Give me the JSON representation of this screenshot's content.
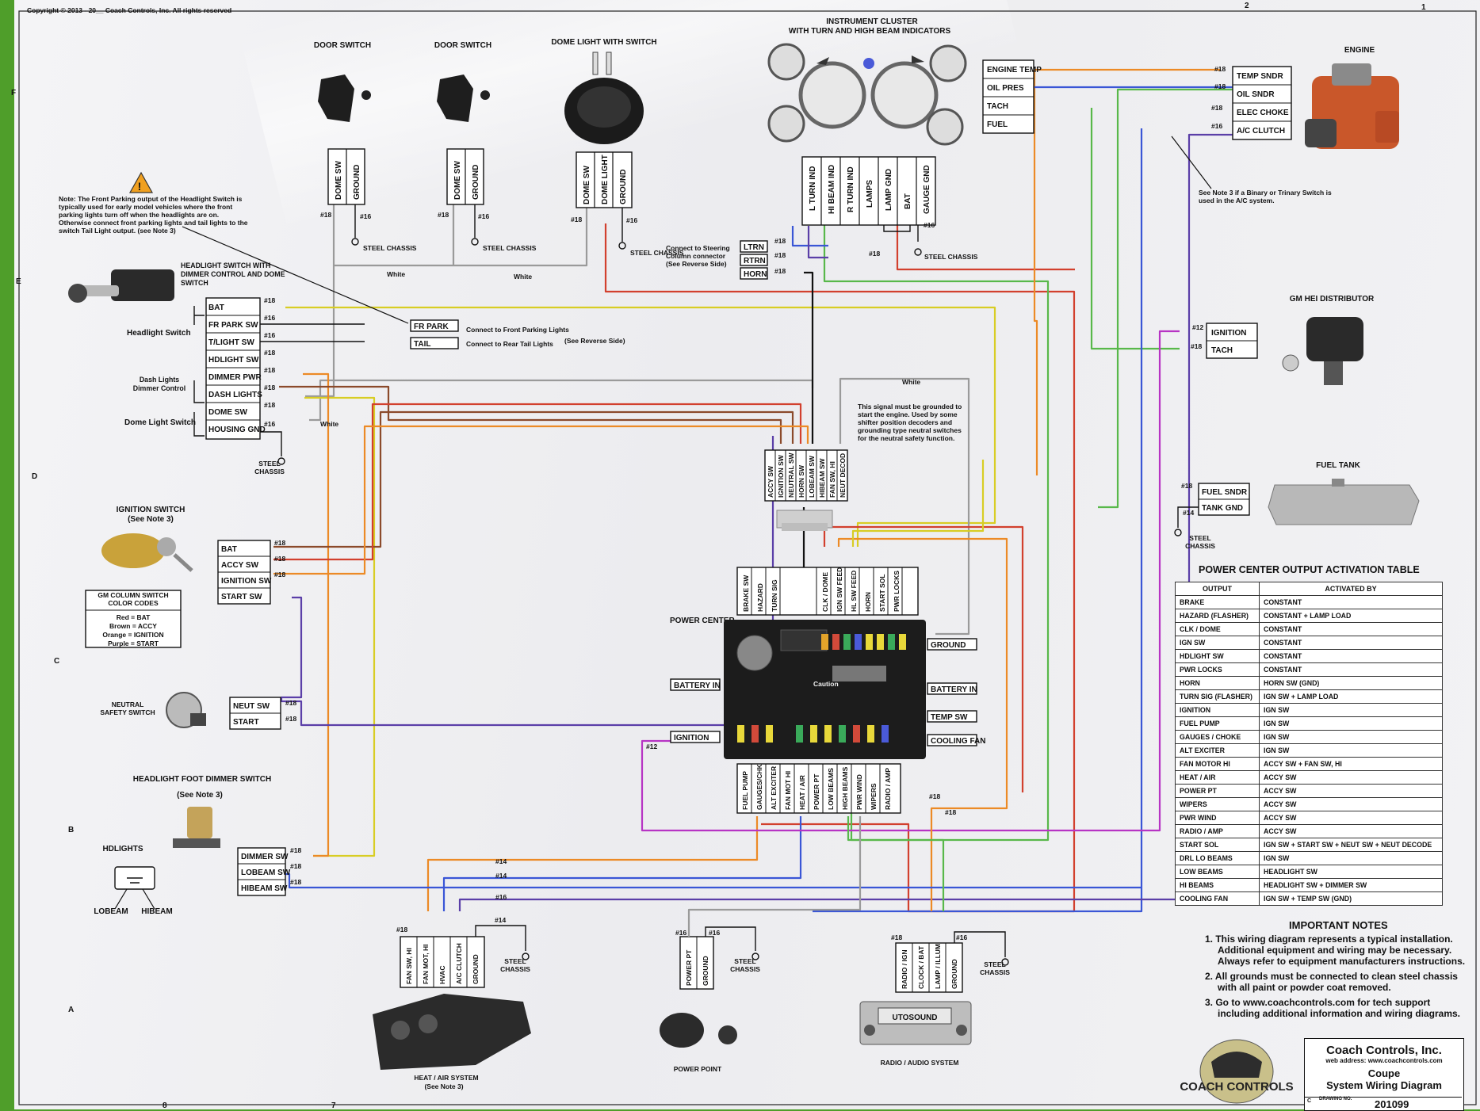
{
  "header": {
    "copyright": "Copyright © 2013 - 20__ Coach Controls, Inc. All rights reserved",
    "top_labels": [
      "2",
      "1"
    ]
  },
  "grid": {
    "rows": [
      "F",
      "E",
      "D",
      "C",
      "B",
      "A"
    ],
    "columns": [
      "8",
      "7"
    ]
  },
  "colors": {
    "red": "#d2402e",
    "orange": "#ec8a26",
    "yellow": "#d8cd24",
    "green": "#58b84a",
    "blue": "#3a56d6",
    "purple": "#5b3fa8",
    "violet": "#b734c4",
    "gray": "#9a9a9a",
    "black": "#111111",
    "brown": "#8b4a2b"
  },
  "components": {
    "door_switch_1": {
      "title": "DOOR SWITCH",
      "pins": [
        "DOME SW",
        "GROUND"
      ],
      "gauges": [
        "#18",
        "#16"
      ],
      "ground": "STEEL CHASSIS"
    },
    "door_switch_2": {
      "title": "DOOR SWITCH",
      "pins": [
        "DOME SW",
        "GROUND"
      ],
      "gauges": [
        "#18",
        "#16"
      ],
      "ground": "STEEL CHASSIS"
    },
    "dome_light": {
      "title": "DOME LIGHT WITH SWITCH",
      "pins": [
        "DOME SW",
        "DOME LIGHT",
        "GROUND"
      ],
      "gauges": [
        "#18",
        "#16"
      ],
      "ground": "STEEL CHASSIS"
    },
    "instrument_cluster": {
      "title": "INSTRUMENT CLUSTER",
      "subtitle": "WITH TURN AND HIGH BEAM INDICATORS",
      "pins": [
        "L TURN IND",
        "HI BEAM IND",
        "R TURN IND",
        "LAMPS",
        "LAMP GND",
        "BAT",
        "GAUGE GND"
      ],
      "gauges": [
        "#16",
        "#18"
      ],
      "ground": "STEEL CHASSIS",
      "gauge_pins": [
        "ENGINE TEMP",
        "OIL PRES",
        "TACH",
        "FUEL"
      ]
    },
    "engine": {
      "title": "ENGINE",
      "pins": [
        "TEMP SNDR",
        "OIL SNDR",
        "ELEC CHOKE",
        "A/C CLUTCH"
      ],
      "gauges": [
        "#18",
        "#18",
        "#18",
        "#16"
      ],
      "note": "See Note 3 if a Binary or Trinary Switch is used in the A/C system."
    },
    "distributor": {
      "title": "GM HEI DISTRIBUTOR",
      "pins": [
        "IGNITION",
        "TACH"
      ],
      "gauges": [
        "#12",
        "#18"
      ]
    },
    "fuel_tank": {
      "title": "FUEL TANK",
      "pins": [
        "FUEL SNDR",
        "TANK GND"
      ],
      "gauges": [
        "#18",
        "#14"
      ],
      "ground": "STEEL CHASSIS"
    },
    "steering_column": {
      "pins": [
        "LTRN",
        "RTRN",
        "HORN"
      ],
      "gauge": "#18",
      "label": "Connect to Steering Column connector",
      "sub": "(See Reverse Side)"
    },
    "warning_note": "Note: The Front Parking output of the Headlight Switch is typically used for early model vehicles where the front parking lights turn off when the headlights are on. Otherwise connect front parking lights and tail lights to the switch Tail Light output.",
    "warning_note_ref": "(see Note 3)",
    "headlight_switch": {
      "title": "HEADLIGHT SWITCH WITH DIMMER CONTROL AND DOME SWITCH",
      "pins": [
        "BAT",
        "FR PARK SW",
        "T/LIGHT SW",
        "HDLIGHT SW",
        "DIMMER PWR",
        "DASH LIGHTS",
        "DOME SW",
        "HOUSING GND"
      ],
      "gauges": [
        "#18",
        "#16",
        "#16",
        "#18",
        "#18",
        "#18",
        "#18",
        "#16"
      ],
      "group_labels": [
        "Headlight Switch",
        "Dash Lights Dimmer Control",
        "Dome Light Switch"
      ],
      "ground": "STEEL CHASSIS",
      "wire_labels": [
        "White",
        "White",
        "White",
        "White"
      ]
    },
    "parking_outputs": {
      "fr_park": "FR PARK",
      "tail": "TAIL",
      "fr_text": "Connect to Front Parking Lights",
      "tail_text": "Connect to Rear Tail Lights",
      "reverse": "(See Reverse Side)"
    },
    "ignition_switch": {
      "title": "IGNITION SWITCH",
      "subtitle": "(See Note 3)",
      "pins": [
        "BAT",
        "ACCY SW",
        "IGNITION SW",
        "START SW"
      ],
      "gauges": [
        "#18",
        "#18",
        "#18"
      ]
    },
    "gm_colors": {
      "title": "GM COLUMN SWITCH COLOR CODES",
      "rows": [
        "Red = BAT",
        "Brown = ACCY",
        "Orange = IGNITION",
        "Purple = START"
      ]
    },
    "neutral_safety": {
      "title": "NEUTRAL SAFETY SWITCH",
      "pins": [
        "NEUT SW",
        "START"
      ],
      "gauges": [
        "#18",
        "#18"
      ]
    },
    "foot_dimmer": {
      "title": "HEADLIGHT FOOT DIMMER SWITCH",
      "subtitle": "(See Note 3)",
      "pins": [
        "DIMMER SW",
        "LOBEAM SW",
        "HIBEAM SW"
      ],
      "gauges": [
        "#18",
        "#18",
        "#18"
      ],
      "hd_labels": [
        "HDLIGHTS",
        "LOBEAM",
        "HIBEAM"
      ]
    },
    "decoder": {
      "pins": [
        "ACCY SW",
        "IGNITION SW",
        "NEUTRAL SW",
        "HORN SW",
        "LOBEAM SW",
        "HIBEAM SW",
        "FAN SW, HI",
        "NEUT DECOD"
      ],
      "note": "This signal must be grounded to start the engine. Used by some shifter position decoders and grounding type neutral switches for the neutral safety function."
    },
    "power_center": {
      "title": "POWER CENTER",
      "top_pins": [
        "BRAKE SW",
        "HAZARD",
        "TURN SIG",
        "CLK / DOME",
        "IGN SW FEED",
        "HL SW FEED",
        "HORN",
        "START SOL",
        "PWR LOCKS"
      ],
      "bottom_pins": [
        "FUEL PUMP",
        "GAUGES/CHK",
        "ALT EXCITER",
        "FAN MOT HI",
        "HEAT / AIR",
        "POWER PT",
        "LOW BEAMS",
        "HIGH BEAMS",
        "PWR WIND",
        "WIPERS",
        "RADIO / AMP"
      ],
      "left_pins": [
        "BATTERY IN",
        "IGNITION"
      ],
      "right_pins": [
        "GROUND",
        "BATTERY IN",
        "TEMP SW",
        "COOLING FAN"
      ],
      "gauges": [
        "#12",
        "#18",
        "#18",
        "#14",
        "#14",
        "#16"
      ],
      "caution": "Caution"
    },
    "heat_air": {
      "title": "HEAT / AIR SYSTEM",
      "subtitle": "(See Note 3)",
      "pins": [
        "FAN SW, HI",
        "FAN MOT, HI",
        "HVAC",
        "A/C CLUTCH",
        "GROUND"
      ],
      "gauges": [
        "#18",
        "#14"
      ],
      "ground": "STEEL CHASSIS"
    },
    "power_point": {
      "title": "POWER POINT",
      "pins": [
        "POWER PT",
        "GROUND"
      ],
      "gauges": [
        "#16",
        "#16"
      ],
      "ground": "STEEL CHASSIS"
    },
    "radio": {
      "title": "RADIO / AUDIO SYSTEM",
      "pins": [
        "RADIO / IGN",
        "CLOCK / BAT",
        "LAMP / ILLUM",
        "GROUND"
      ],
      "gauges": [
        "#18",
        "#16"
      ],
      "ground": "STEEL CHASSIS",
      "display": "UTOSOUND"
    }
  },
  "activation_table": {
    "title": "POWER CENTER OUTPUT ACTIVATION TABLE",
    "headers": [
      "OUTPUT",
      "ACTIVATED BY"
    ],
    "rows": [
      [
        "BRAKE",
        "CONSTANT"
      ],
      [
        "HAZARD (FLASHER)",
        "CONSTANT + LAMP LOAD"
      ],
      [
        "CLK / DOME",
        "CONSTANT"
      ],
      [
        "IGN SW",
        "CONSTANT"
      ],
      [
        "HDLIGHT SW",
        "CONSTANT"
      ],
      [
        "PWR LOCKS",
        "CONSTANT"
      ],
      [
        "HORN",
        "HORN SW (GND)"
      ],
      [
        "TURN SIG (FLASHER)",
        "IGN SW + LAMP LOAD"
      ],
      [
        "IGNITION",
        "IGN SW"
      ],
      [
        "FUEL PUMP",
        "IGN SW"
      ],
      [
        "GAUGES / CHOKE",
        "IGN SW"
      ],
      [
        "ALT EXCITER",
        "IGN SW"
      ],
      [
        "FAN MOTOR HI",
        "ACCY SW + FAN SW, HI"
      ],
      [
        "HEAT / AIR",
        "ACCY SW"
      ],
      [
        "POWER PT",
        "ACCY SW"
      ],
      [
        "WIPERS",
        "ACCY SW"
      ],
      [
        "PWR WIND",
        "ACCY SW"
      ],
      [
        "RADIO / AMP",
        "ACCY SW"
      ],
      [
        "START SOL",
        "IGN SW + START SW + NEUT SW + NEUT DECODE"
      ],
      [
        "DRL LO BEAMS",
        "IGN SW"
      ],
      [
        "LOW BEAMS",
        "HEADLIGHT SW"
      ],
      [
        "HI BEAMS",
        "HEADLIGHT SW + DIMMER SW"
      ],
      [
        "COOLING FAN",
        "IGN SW + TEMP SW (GND)"
      ]
    ]
  },
  "important_notes": {
    "title": "IMPORTANT NOTES",
    "items": [
      "1. This wiring diagram represents a typical installation. Additional equipment and wiring may be necessary. Always refer to equipment manufacturers instructions.",
      "2. All grounds must be connected to clean steel chassis with all paint or powder coat removed.",
      "3. Go to www.coachcontrols.com for tech support including additional information and wiring diagrams."
    ]
  },
  "title_block": {
    "company": "Coach Controls, Inc.",
    "web": "web address: www.coachcontrols.com",
    "title_line1": "Coupe",
    "title_line2": "System Wiring Diagram",
    "drawing_no_label": "DRAWING NO.",
    "size": "C",
    "drawing_no": "201099",
    "logo_text": "COACH CONTROLS"
  }
}
